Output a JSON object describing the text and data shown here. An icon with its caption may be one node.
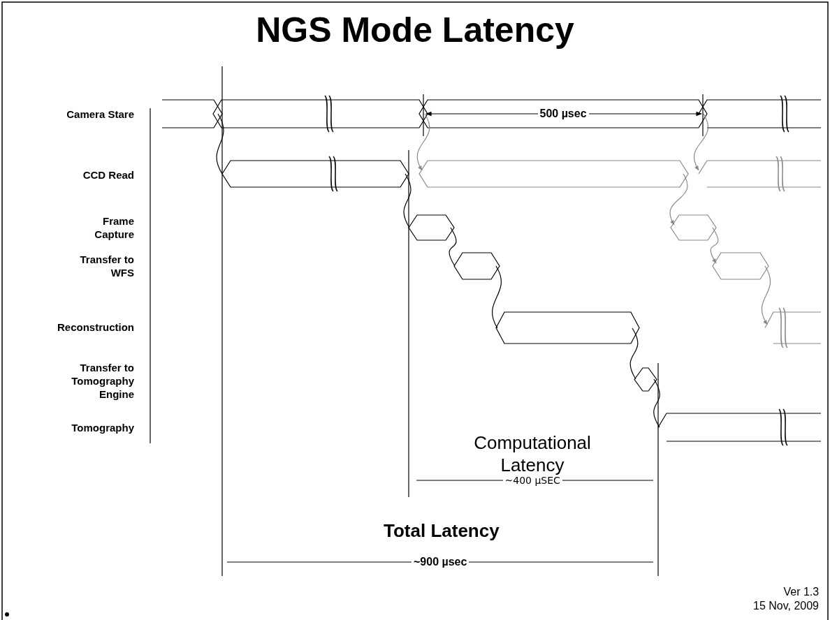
{
  "diagram": {
    "title": "NGS Mode Latency",
    "labels": [
      "Camera Stare",
      "CCD Read",
      "Frame Capture",
      "Transfer to WFS",
      "Reconstruction",
      "Transfer to Tomography Engine",
      "Tomography",
      "500 µsec",
      "Computational Latency",
      "~400 µSEC",
      "Total Latency",
      "~900 µsec",
      "Ver 1.3",
      "15 Nov, 2009"
    ]
  }
}
